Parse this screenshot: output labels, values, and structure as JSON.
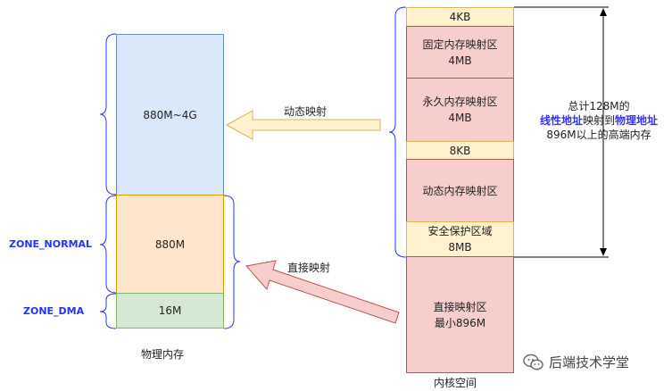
{
  "physical_memory": {
    "blocks": [
      {
        "label": "880M~4G",
        "fill": "#dae8fc",
        "stroke": "#6c8ebf"
      },
      {
        "label": "880M",
        "fill": "#ffe6cc",
        "stroke": "#d79b00"
      },
      {
        "label": "16M",
        "fill": "#d5e8d4",
        "stroke": "#82b366"
      }
    ],
    "caption": "物理内存",
    "zones": {
      "normal": "ZONE_NORMAL",
      "dma": "ZONE_DMA"
    }
  },
  "kernel_space": {
    "blocks": [
      {
        "label": "4KB",
        "fill": "#fff2cc",
        "stroke": "#d6b656"
      },
      {
        "label": "固定内存映射区\n4MB",
        "fill": "#f8cecc",
        "stroke": "#b85450"
      },
      {
        "label": "永久内存映射区\n4MB",
        "fill": "#f8cecc",
        "stroke": "#b85450"
      },
      {
        "label": "8KB",
        "fill": "#fff2cc",
        "stroke": "#d6b656"
      },
      {
        "label": "动态内存映射区",
        "fill": "#f8cecc",
        "stroke": "#b85450"
      },
      {
        "label": "安全保护区域\n8MB",
        "fill": "#fff2cc",
        "stroke": "#d6b656"
      },
      {
        "label": "直接映射区\n最小896M",
        "fill": "#f8cecc",
        "stroke": "#b85450"
      }
    ],
    "caption": "内核空间"
  },
  "arrows": {
    "dynamic": {
      "label": "动态映射",
      "fill": "#fff2cc",
      "stroke": "#d6b656"
    },
    "direct": {
      "label": "直接映射",
      "fill": "#f8cecc",
      "stroke": "#b85450"
    }
  },
  "annotation": {
    "line1": "总计128M的",
    "linear_addr": "线性地址",
    "maps_to": "映射到",
    "physical_addr": "物理地址",
    "line3": "896M以上的高端内存",
    "highlight_color": "#3333ff"
  },
  "watermark": {
    "text": "后端技术学堂",
    "icon": "wechat-icon"
  }
}
